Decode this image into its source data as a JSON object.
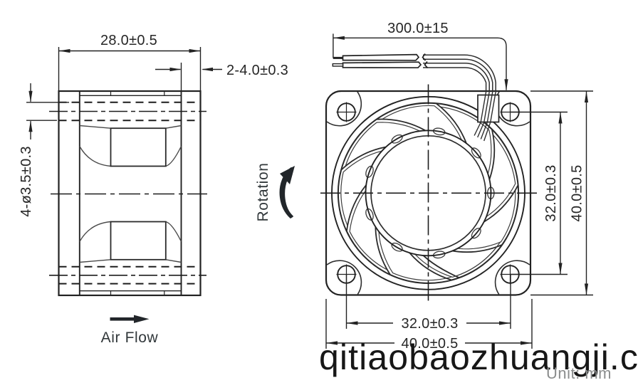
{
  "document": {
    "type": "fan engineering dimension drawing",
    "unit_note": "Unit: mm",
    "watermark_text": "qitiaobaozhuangji.c"
  },
  "side_view": {
    "dim_depth": "28.0±0.5",
    "dim_flange_thickness": "2-4.0±0.3",
    "dim_mounting_holes": "4-ø3.5±0.3",
    "air_flow_label": "Air Flow"
  },
  "front_view": {
    "dim_lead_wire_length": "300.0±15",
    "dim_hole_pitch_vertical": "32.0±0.3",
    "dim_frame_height": "40.0±0.5",
    "dim_hole_pitch_horizontal": "32.0±0.3",
    "dim_frame_width": "40.0±0.5",
    "rotation_label": "Rotation"
  },
  "colors": {
    "line": "#222222",
    "thin_line": "#3a3a3a",
    "dim_text": "#262626",
    "label_text": "#30373a",
    "watermark": "#171717",
    "unit_text": "#8b8d8d",
    "background": "#ffffff"
  }
}
